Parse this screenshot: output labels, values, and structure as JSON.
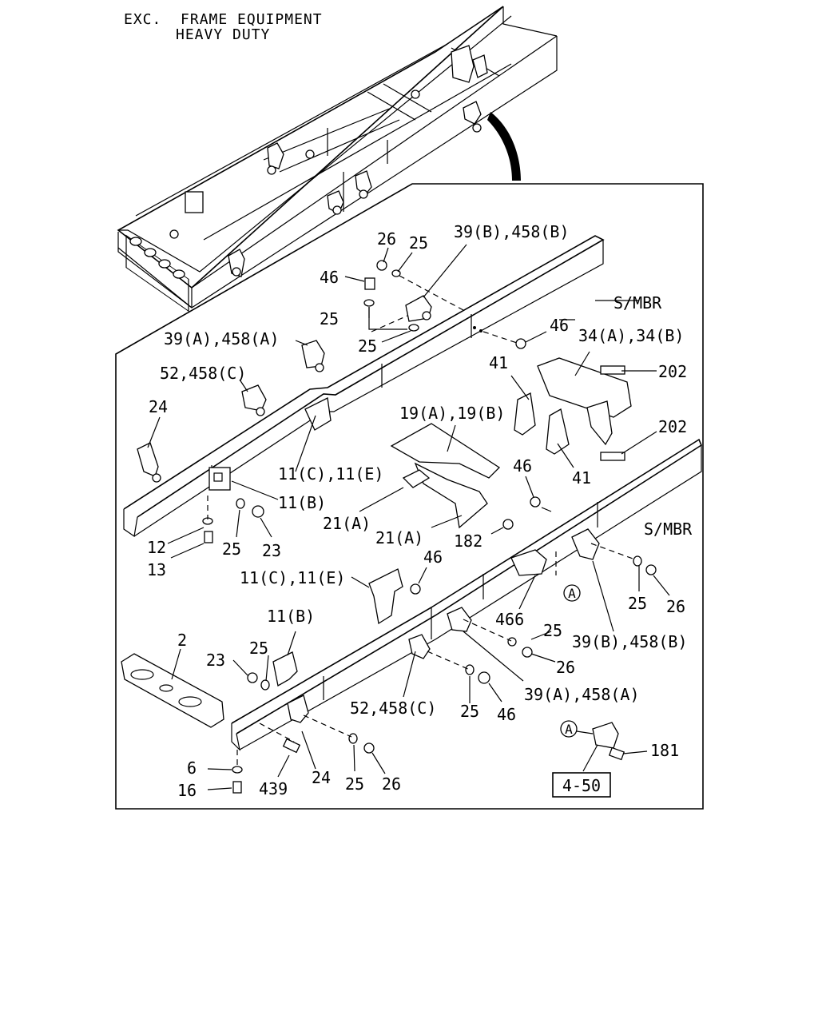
{
  "header": {
    "line1": "EXC.  FRAME EQUIPMENT",
    "line2": "HEAVY DUTY"
  },
  "callouts": {
    "c26_top": "26",
    "c25_top": "25",
    "c39b_top": "39(B),458(B)",
    "c46_a": "46",
    "c25_b": "25",
    "c25_c": "25",
    "c39a_top": "39(A),458(A)",
    "c52_top": "52,458(C)",
    "c24_top": "24",
    "c46_b": "46",
    "c34": "34(A),34(B)",
    "c202_a": "202",
    "c202_b": "202",
    "c41_a": "41",
    "c41_b": "41",
    "c19": "19(A),19(B)",
    "c11ce_top": "11(C),11(E)",
    "c11b_top": "11(B)",
    "c46_c": "46",
    "c21a_a": "21(A)",
    "c21a_b": "21(A)",
    "c182": "182",
    "c12": "12",
    "c25_d": "25",
    "c23_a": "23",
    "c13": "13",
    "c11ce_bot": "11(C),11(E)",
    "c46_d": "46",
    "c11b_bot": "11(B)",
    "c2": "2",
    "c23_b": "23",
    "c25_e": "25",
    "c466": "466",
    "c25_f": "25",
    "c26_b": "26",
    "c39b_bot": "39(B),458(B)",
    "c25_g": "25",
    "c26_c": "26",
    "c39a_bot": "39(A),458(A)",
    "c52_bot": "52,458(C)",
    "c25_h": "25",
    "c46_e": "46",
    "c6": "6",
    "c16": "16",
    "c439": "439",
    "c24_bot": "24",
    "c25_i": "25",
    "c26_d": "26",
    "c181": "181",
    "smbr_top": "S/MBR",
    "smbr_bot": "S/MBR",
    "circle_a1": "A",
    "circle_a2": "A",
    "ref_box": "4-50"
  }
}
